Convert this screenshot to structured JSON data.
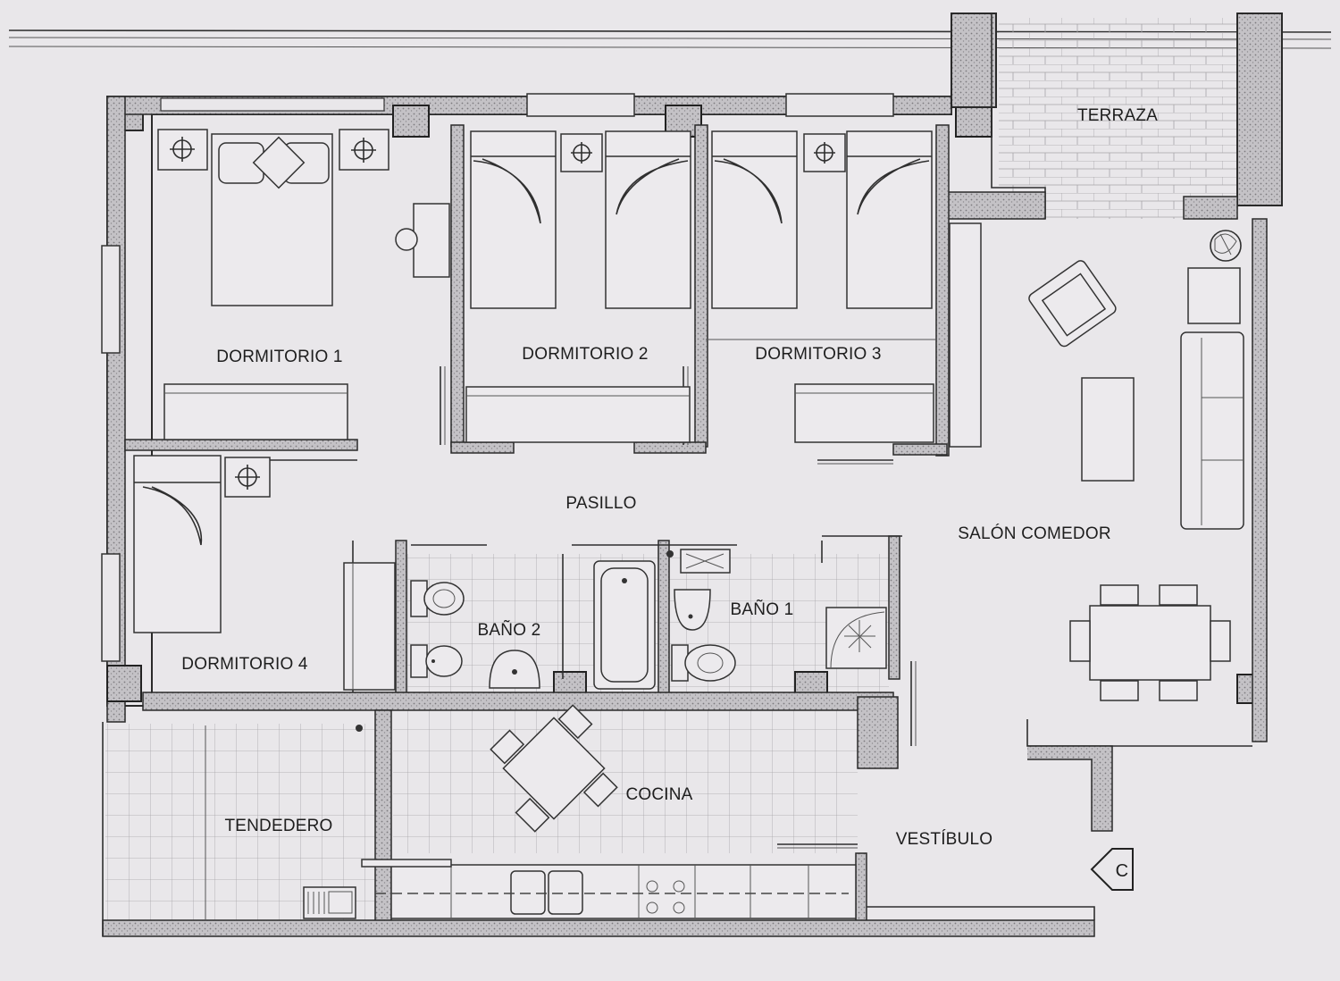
{
  "rooms": {
    "dormitorio1": "DORMITORIO 1",
    "dormitorio2": "DORMITORIO 2",
    "dormitorio3": "DORMITORIO 3",
    "dormitorio4": "DORMITORIO 4",
    "pasillo": "PASILLO",
    "salon": "SALÓN COMEDOR",
    "bano2": "BAÑO 2",
    "bano1": "BAÑO 1",
    "cocina": "COCINA",
    "tendedero": "TENDEDERO",
    "vestibulo": "VESTÍBULO",
    "terraza": "TERRAZA"
  },
  "entrance_marker": "C"
}
